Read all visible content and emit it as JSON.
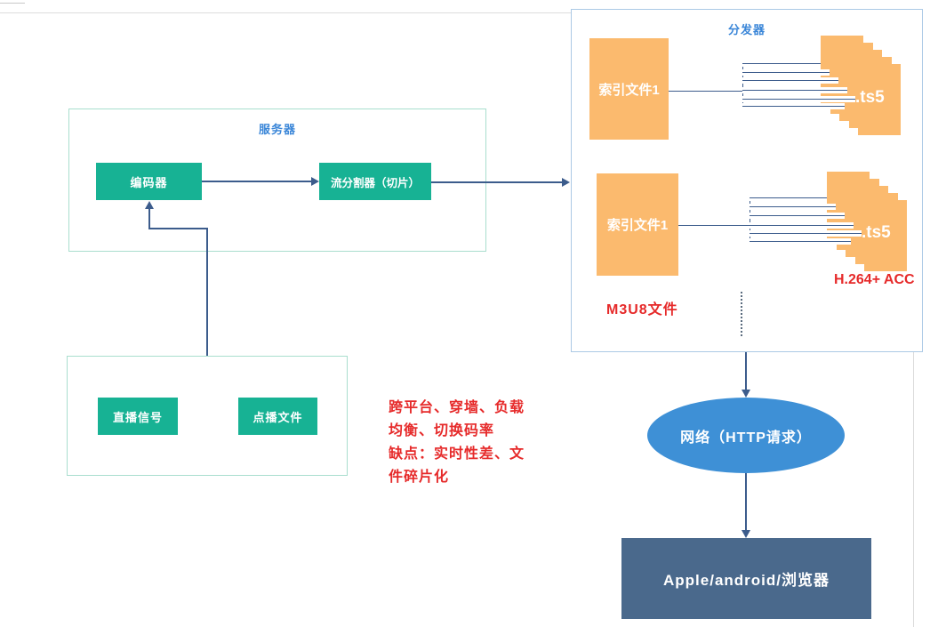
{
  "server_box": {
    "title": "服务器",
    "encoder_label": "编码器",
    "splitter_label": "流分割器（切片）"
  },
  "source_box": {
    "live_label": "直播信号",
    "vod_label": "点播文件"
  },
  "notes": {
    "lines": [
      "跨平台、穿墙、负载",
      "均衡、切换码率",
      "缺点：实时性差、文",
      "件碎片化"
    ]
  },
  "distributor": {
    "title": "分发器",
    "index_file_1": "索引文件1",
    "index_file_2": "索引文件1",
    "ts_label": ".ts5",
    "m3u8_label": "M3U8文件",
    "codec_label": "H.264+ ACC"
  },
  "network": {
    "label": "网络（HTTP请求）"
  },
  "client": {
    "label": "Apple/android/浏览器"
  },
  "colors": {
    "node_green": "#17b294",
    "green_frame_border": "#a9dece",
    "blue_frame_border": "#abc9e5",
    "title_blue": "#3a86d8",
    "line_blue": "#3c5c8c",
    "node_orange": "#fbba6e",
    "note_red": "#e62a2a",
    "network_blue": "#3e90d6",
    "client_slate": "#4a698c"
  }
}
